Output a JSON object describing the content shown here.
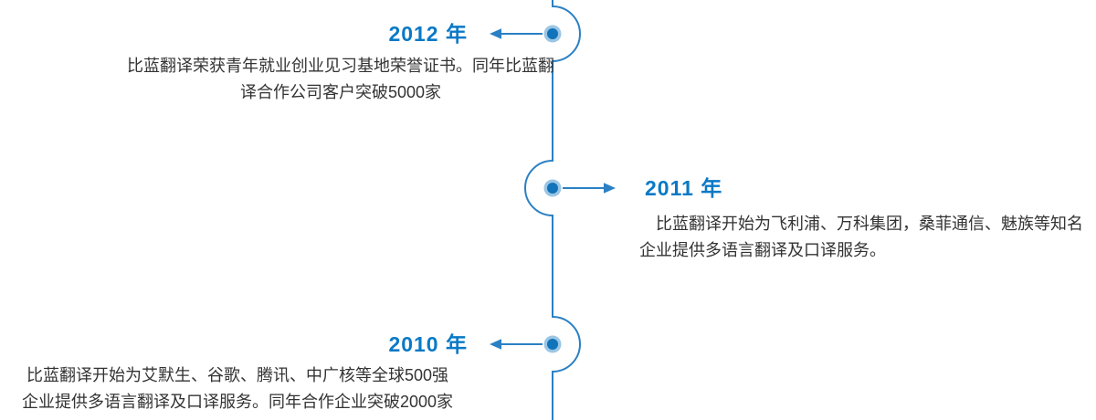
{
  "theme": {
    "accent": "#0a79c6",
    "line": "#2a80c4",
    "node_fill": "#1173b9",
    "node_ring": "#9cc6e4",
    "text": "#333333",
    "background": "#ffffff"
  },
  "icons": {
    "node": "timeline-dot",
    "arrow_left": "arrow-left",
    "arrow_right": "arrow-right"
  },
  "timeline": {
    "items": [
      {
        "year": "2012 年",
        "side": "left",
        "lines": [
          "比蓝翻译荣获青年就业创业见习基地荣誉证书。同年比蓝翻",
          "译合作公司客户突破5000家"
        ]
      },
      {
        "year": "2011 年",
        "side": "right",
        "lines": [
          "比蓝翻译开始为飞利浦、万科集团，桑菲通信、魅族等知名",
          "企业提供多语言翻译及口译服务。"
        ]
      },
      {
        "year": "2010 年",
        "side": "left",
        "lines": [
          "比蓝翻译开始为艾默生、谷歌、腾讯、中广核等全球500强",
          "企业提供多语言翻译及口译服务。同年合作企业突破2000家"
        ]
      }
    ]
  }
}
